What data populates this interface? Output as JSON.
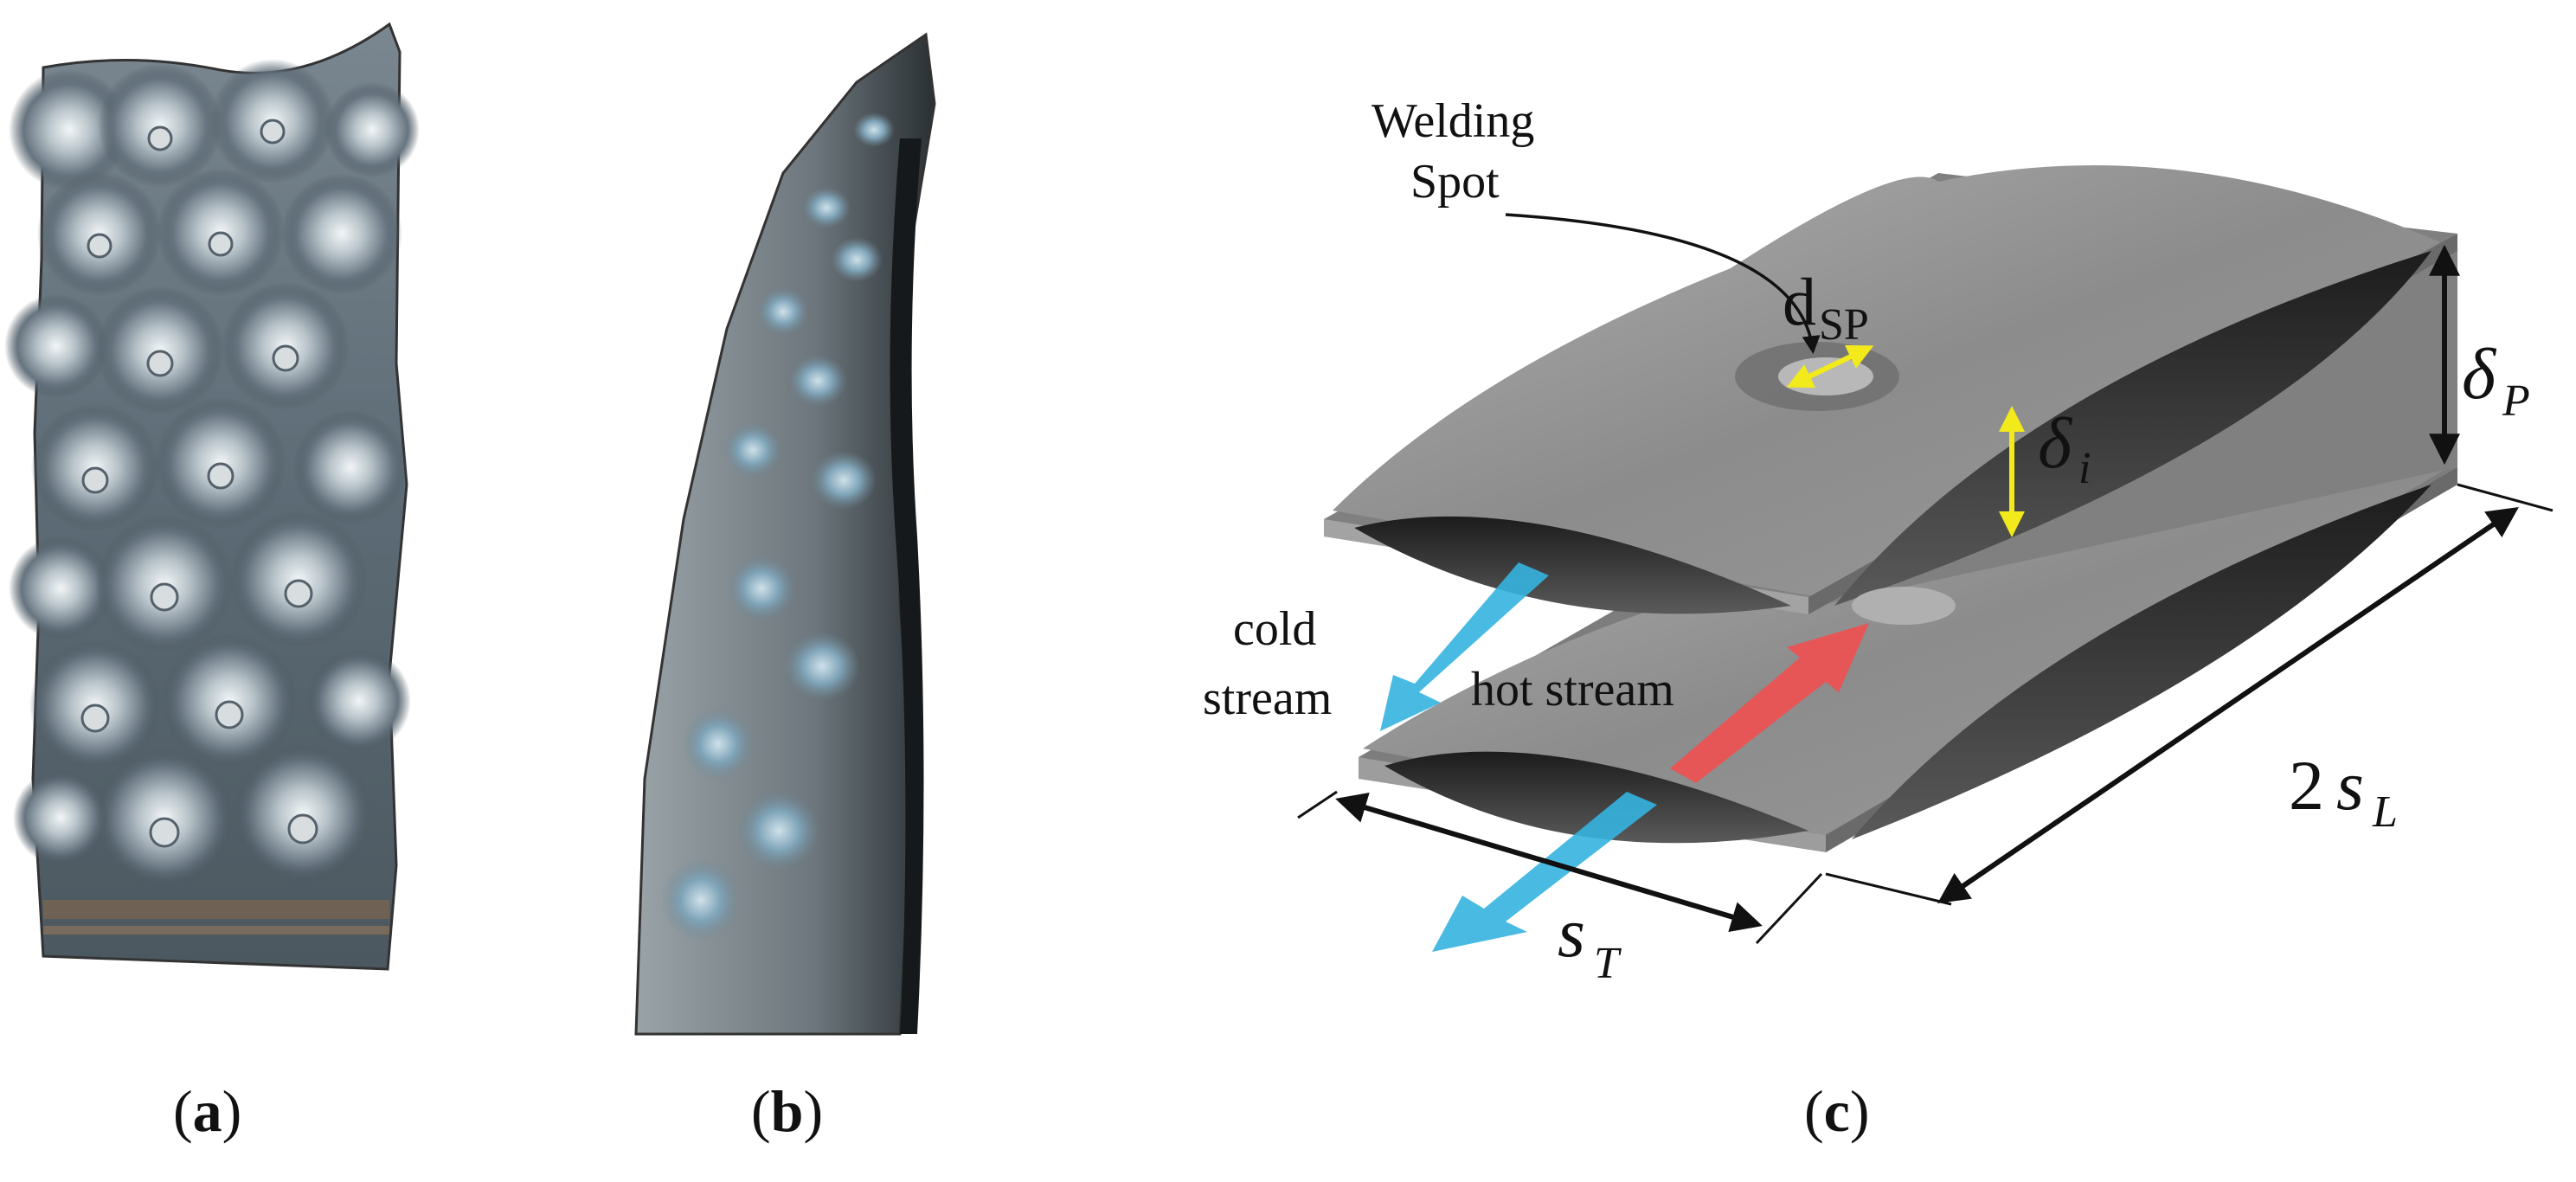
{
  "panels": {
    "a": {
      "label": "a"
    },
    "b": {
      "label": "b"
    },
    "c": {
      "label": "c"
    }
  },
  "annotations": {
    "welding_spot": [
      "Welding",
      "Spot"
    ],
    "cold_stream": [
      "cold",
      "stream"
    ],
    "hot_stream": "hot stream",
    "d_sp": {
      "base": "d",
      "sub": "SP"
    },
    "delta_p": {
      "base": "δ",
      "sub": "P"
    },
    "delta_i": {
      "base": "δ",
      "sub": "i"
    },
    "s_t": {
      "base": "s",
      "sub": "T"
    },
    "two_s_l": {
      "prefix": "2",
      "base": "s",
      "sub": "L"
    }
  },
  "colors": {
    "metal": "#8e8e8e",
    "metal_light": "#c8c8c8",
    "metal_dark": "#3a3a3a",
    "cold_arrow": "#35b4e0",
    "hot_arrow": "#f05050",
    "yellow_dim": "#f2ea1a",
    "photo_steel": "#6e7d87"
  }
}
